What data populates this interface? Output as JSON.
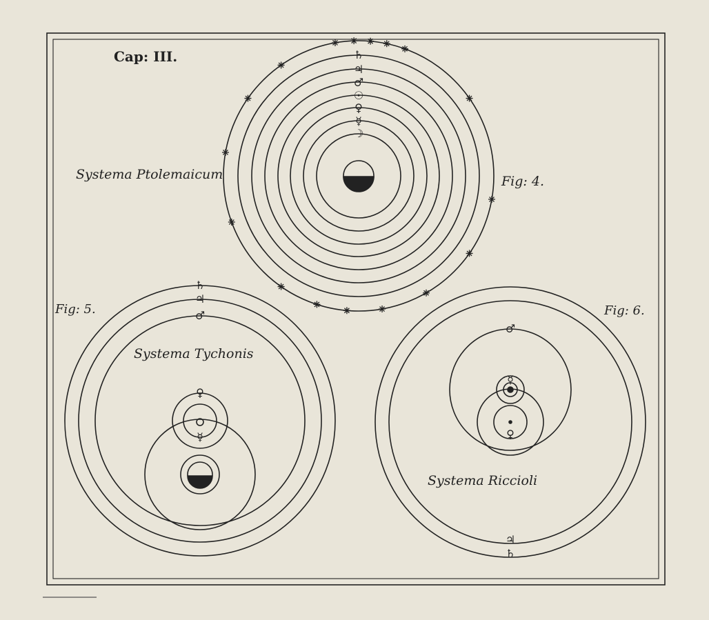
{
  "chapter_label": "Cap: III.",
  "figure_4": {
    "label": "Fig: 4.",
    "title": "Systema Ptolemaicum",
    "planet_symbols": [
      "♄",
      "♃",
      "♂",
      "☉",
      "♀",
      "☿",
      "☽"
    ]
  },
  "figure_5": {
    "label": "Fig: 5.",
    "title": "Systema Tychonis",
    "planet_symbols": [
      "♄",
      "♃",
      "♂",
      "♀",
      "☿"
    ]
  },
  "figure_6": {
    "label": "Fig: 6.",
    "title": "Systema Riccioli",
    "planet_symbols": [
      "♂",
      "☿",
      "♀",
      "♃",
      "♄"
    ]
  },
  "colors": {
    "paper": "#e9e5d9",
    "ink": "#222222"
  }
}
